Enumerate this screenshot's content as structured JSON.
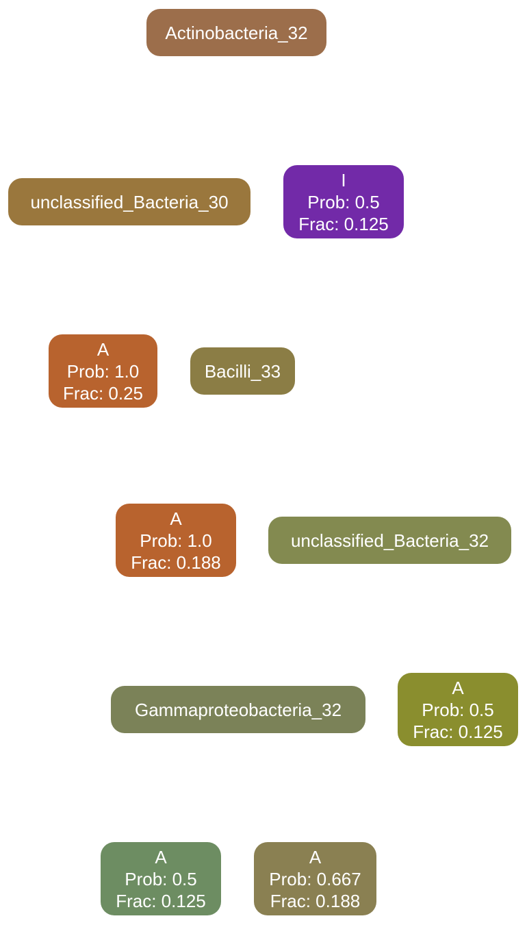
{
  "nodes": [
    {
      "id": "actinobacteria-32",
      "lines": [
        "Actinobacteria_32"
      ],
      "color": "#9c6e4b"
    },
    {
      "id": "unclassified-bacteria-30",
      "lines": [
        "unclassified_Bacteria_30"
      ],
      "color": "#9a773d"
    },
    {
      "id": "node-i",
      "lines": [
        "I",
        "Prob: 0.5",
        "Frac: 0.125"
      ],
      "color": "#722aa8"
    },
    {
      "id": "node-a-1",
      "lines": [
        "A",
        "Prob: 1.0",
        "Frac: 0.25"
      ],
      "color": "#b8632e"
    },
    {
      "id": "bacilli-33",
      "lines": [
        "Bacilli_33"
      ],
      "color": "#8b7d45"
    },
    {
      "id": "node-a-2",
      "lines": [
        "A",
        "Prob: 1.0",
        "Frac: 0.188"
      ],
      "color": "#b8632e"
    },
    {
      "id": "unclassified-bacteria-32",
      "lines": [
        "unclassified_Bacteria_32"
      ],
      "color": "#838a50"
    },
    {
      "id": "gammaproteobacteria-32",
      "lines": [
        "Gammaproteobacteria_32"
      ],
      "color": "#7b8258"
    },
    {
      "id": "node-a-3",
      "lines": [
        "A",
        "Prob: 0.5",
        "Frac: 0.125"
      ],
      "color": "#8a8e2e"
    },
    {
      "id": "node-a-4",
      "lines": [
        "A",
        "Prob: 0.5",
        "Frac: 0.125"
      ],
      "color": "#6d8d62"
    },
    {
      "id": "node-a-5",
      "lines": [
        "A",
        "Prob: 0.667",
        "Frac: 0.188"
      ],
      "color": "#8a8052"
    }
  ]
}
